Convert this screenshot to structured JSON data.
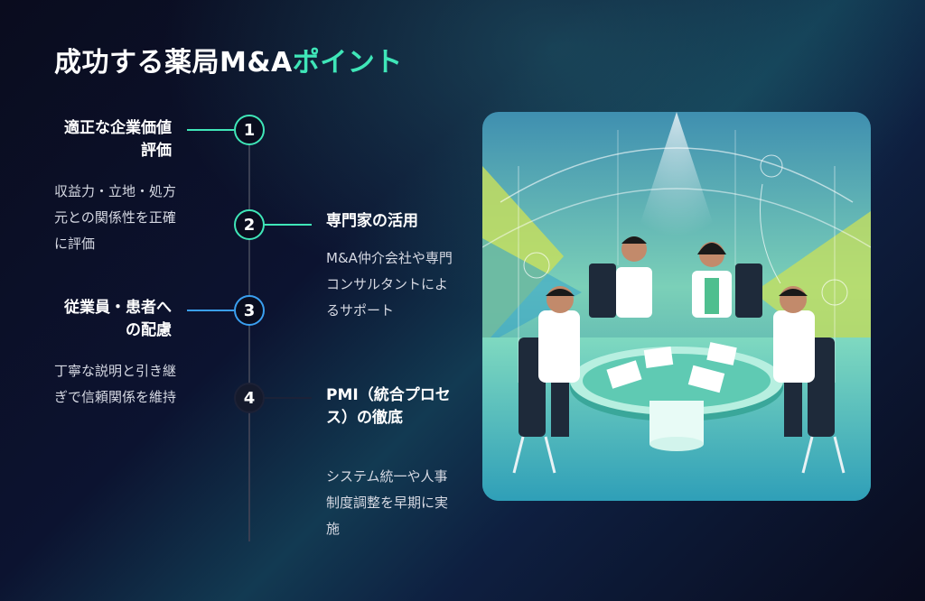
{
  "title": {
    "main": "成功する薬局M&A",
    "accent": "ポイント"
  },
  "colors": {
    "accent": "#3fe6b8",
    "blue": "#3a9ff0",
    "background": "#080a1a"
  },
  "steps": [
    {
      "number": "1",
      "heading": "適正な企業価値評価",
      "description": "収益力・立地・処方元との関係性を正確に評価"
    },
    {
      "number": "2",
      "heading": "専門家の活用",
      "description": "M&A仲介会社や専門コンサルタントによるサポート"
    },
    {
      "number": "3",
      "heading": "従業員・患者への配慮",
      "description": "丁寧な説明と引き継ぎで信頼関係を維持"
    },
    {
      "number": "4",
      "heading": "PMI（統合プロセス）の徹底",
      "description": "システム統一や人事制度調整を早期に実施"
    }
  ]
}
